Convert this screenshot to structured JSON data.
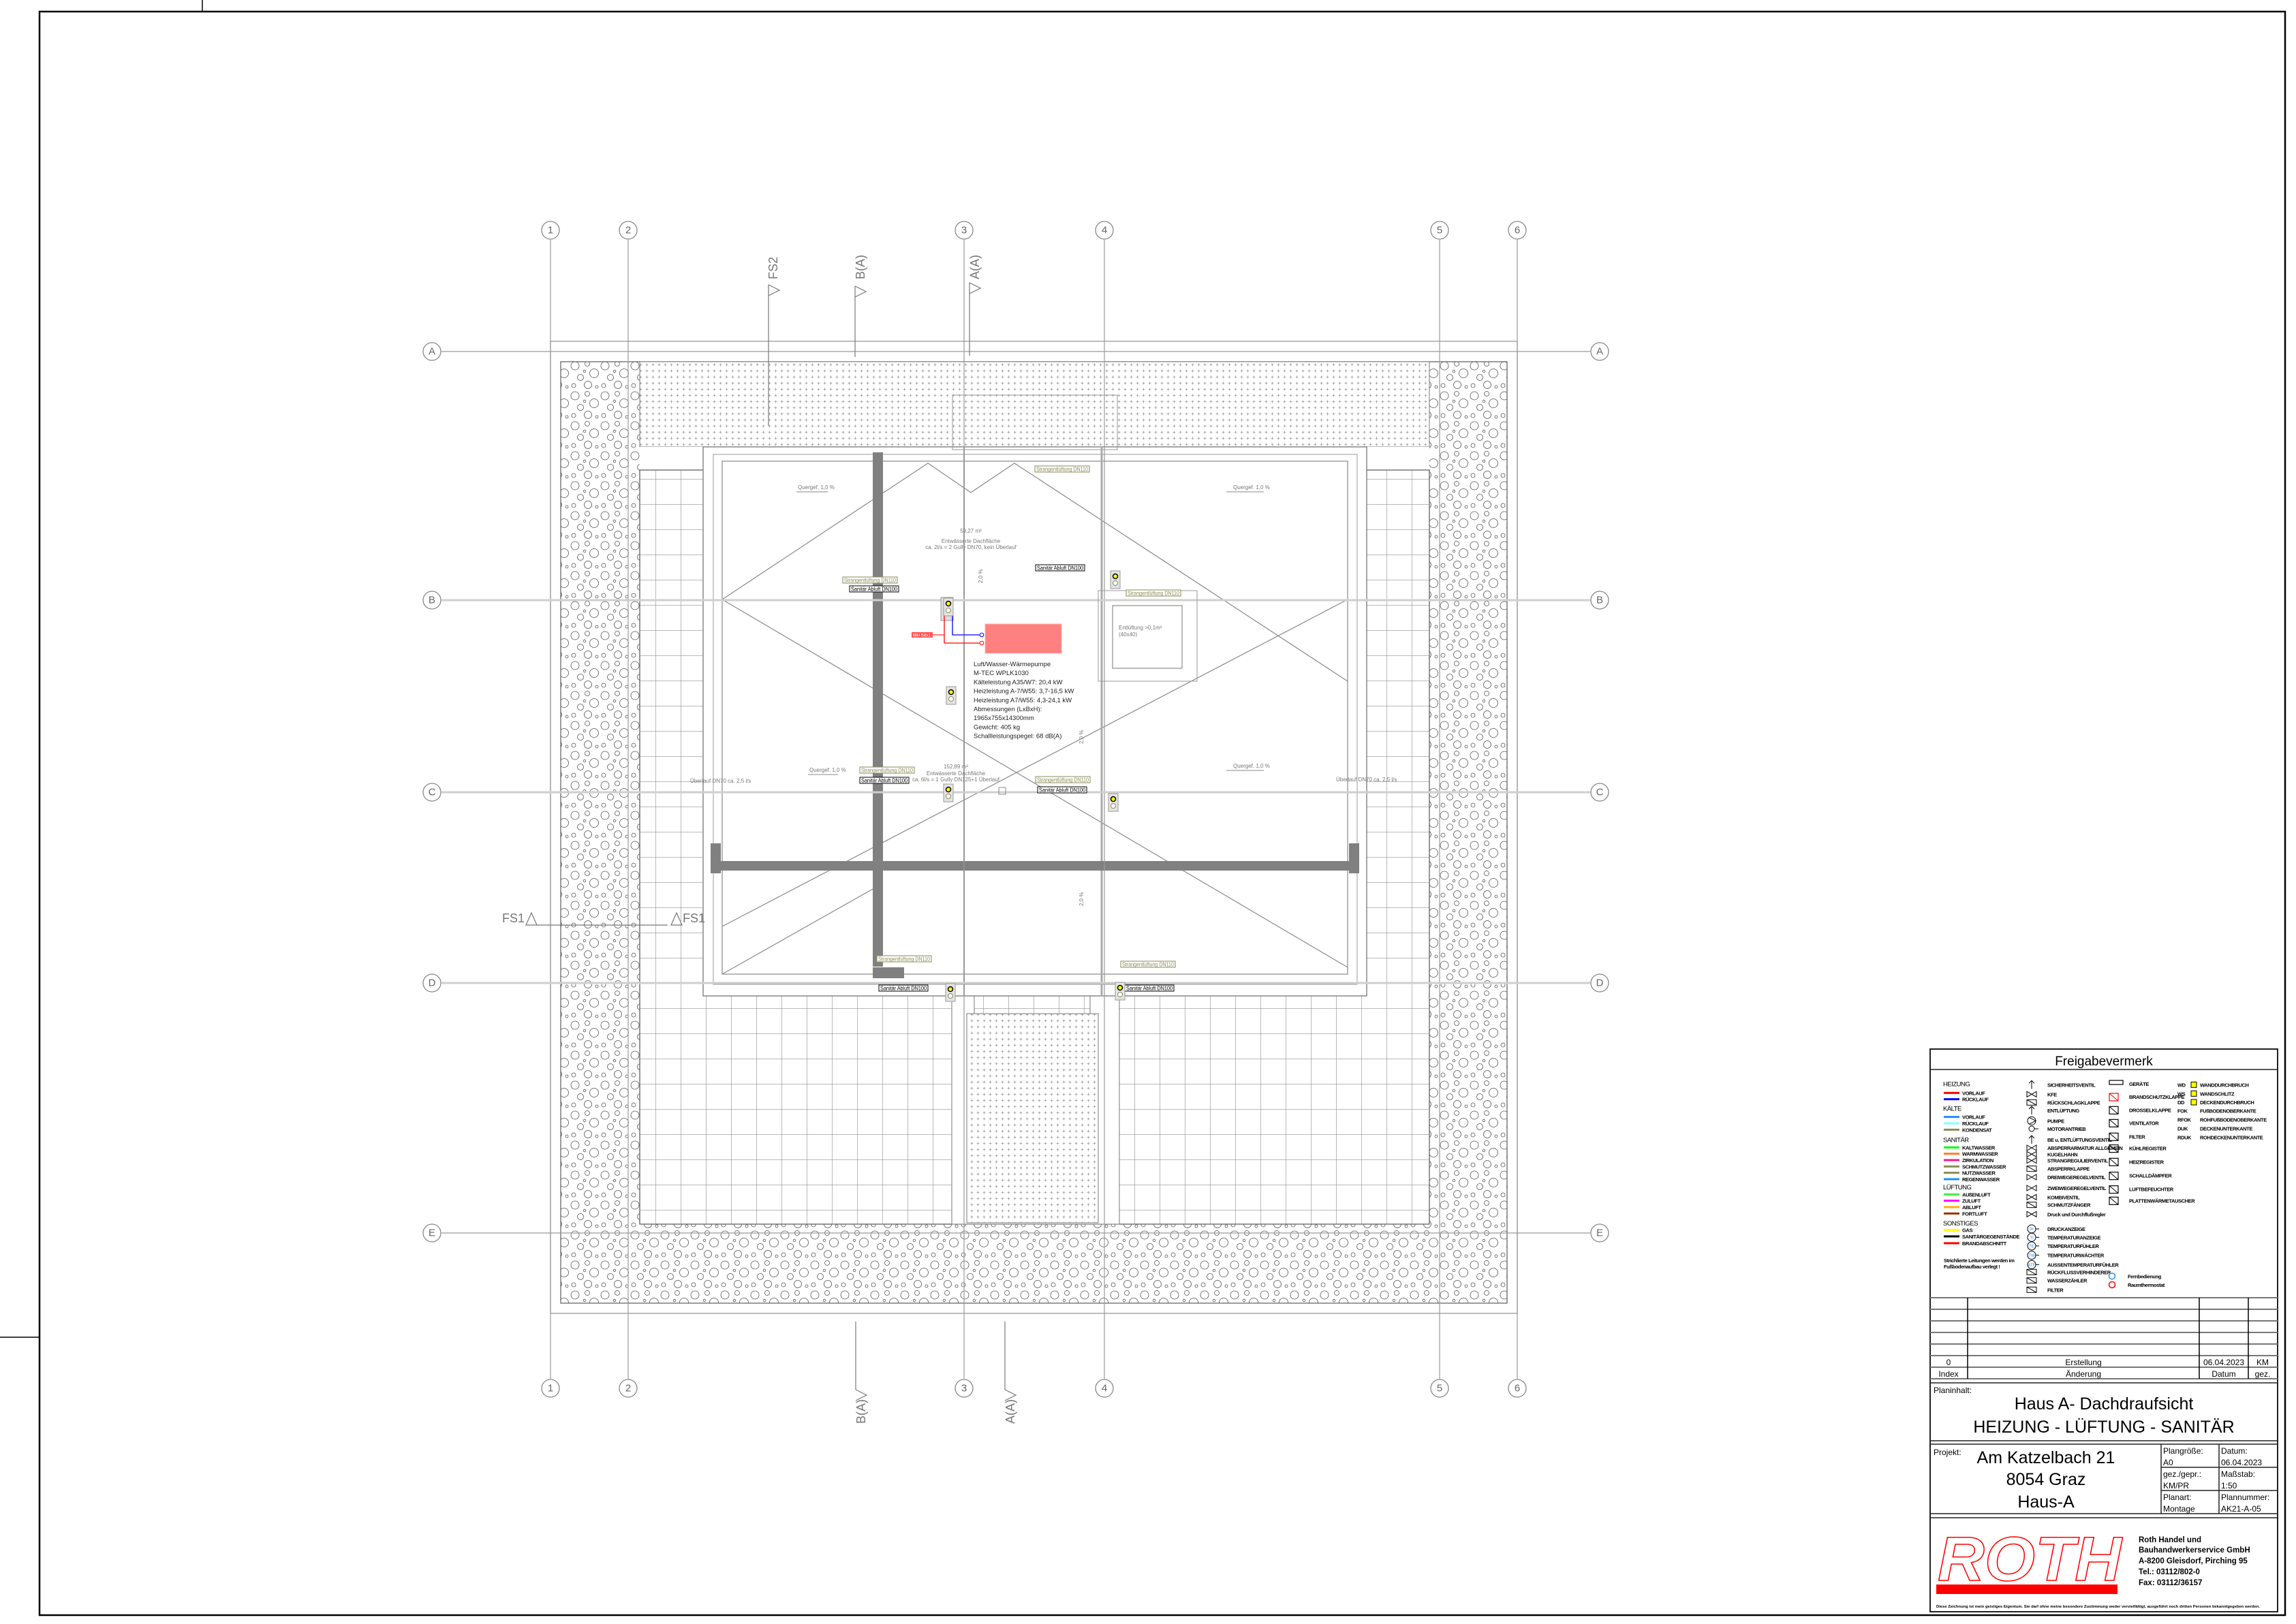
{
  "grid": {
    "columns": [
      "1",
      "2",
      "3",
      "4",
      "5",
      "6"
    ],
    "rows": [
      "A",
      "B",
      "C",
      "D",
      "E"
    ]
  },
  "sections": {
    "fs2": "FS2",
    "fs1": "FS1",
    "b": "B(A)",
    "a": "A(A)"
  },
  "plan": {
    "slope_label": "Quergef. 1,0 %",
    "roof_slope": "2,0 %",
    "area_top": {
      "area": "59,27 m²",
      "desc": "Entwässerte Dachfläche",
      "calc": "ca. 2l/s = 2 Gully DN70, kein Überlauf"
    },
    "area_bottom": {
      "area": "152,89 m²",
      "desc": "Entwässerte Dachfläche",
      "calc": "ca. 6l/s = 1 Gully DN125+1 Überlauf"
    },
    "overflow_label": "Überlauf DN70 ca. 2,5 l/s",
    "vent_label": "Strangentlüftung DN110",
    "exhaust_label": "Sanitär Abluft DN100",
    "pipe_tag": "MH 54x1",
    "vent_box": {
      "line1": "Entlüftung >0,1m²",
      "line2": "(40x40)"
    },
    "heat_pump": {
      "color": "#ff8080",
      "lines": [
        "Luft/Wasser-Wärmepumpe",
        "M-TEC WPLK1030",
        "Kälteleistung A35/W7: 20,4 kW",
        "Heizleistung A-7/W55: 3,7-16,5 kW",
        "Heizleistung A7/W55: 4,3-24,1 kW",
        "Abmessungen (LxBxH):",
        "1965x755x14300mm",
        "Gewicht: 405 kg",
        "Schallleistungspegel: 68 dB(A)"
      ]
    }
  },
  "legend": {
    "title": "Freigabevermerk",
    "lines": [
      {
        "h": "HEIZUNG"
      },
      {
        "label": "VORLAUF",
        "color": "#ff0000"
      },
      {
        "label": "RÜCKLAUF",
        "color": "#0000ff"
      },
      {
        "h": "KÄLTE"
      },
      {
        "label": "VORLAUF",
        "color": "#1e90ff"
      },
      {
        "label": "RÜCKLAUF",
        "color": "#80ffff"
      },
      {
        "label": "KONDENSAT",
        "color": "#8b8b5a"
      },
      {
        "h": "SANITÄR"
      },
      {
        "label": "KALTWASSER",
        "color": "#00ff00"
      },
      {
        "label": "WARMWASSER",
        "color": "#ff7f27"
      },
      {
        "label": "ZIRKULATION",
        "color": "#ff1493"
      },
      {
        "label": "SCHMUTZWASSER",
        "color": "#8b8b5a"
      },
      {
        "label": "NUTZWASSER",
        "color": "#8b8b5a"
      },
      {
        "label": "REGENWASSER",
        "color": "#1e90ff"
      },
      {
        "h": "LÜFTUNG"
      },
      {
        "label": "AUßENLUFT",
        "color": "#44ee44"
      },
      {
        "label": "ZULUFT",
        "color": "#ff00ff"
      },
      {
        "label": "ABLUFT",
        "color": "#ffb000"
      },
      {
        "label": "FORTLUFT",
        "color": "#993300"
      },
      {
        "h": "SONSTIGES"
      },
      {
        "label": "GAS",
        "color": "#ffff00"
      },
      {
        "label": "SANITÄRGEGENSTÄNDE",
        "color": "#000000"
      },
      {
        "label": "BRANDABSCHNITT",
        "color": "#ff0000"
      }
    ],
    "note": [
      "Strichlierte Leitungen werden im",
      "Fußbodenaufbau verlegt !"
    ],
    "symbols": [
      {
        "label": "SICHERHEITSVENTIL",
        "sym": "valve"
      },
      {
        "label": "KFE",
        "sym": "bowtie"
      },
      {
        "label": "RÜCKSCHLAGKLAPPE",
        "sym": "box"
      },
      {
        "label": "ENTLÜFTUNG",
        "sym": "valve"
      },
      {
        "label": "PUMPE",
        "sym": "pump"
      },
      {
        "label": "MOTORANTRIEB",
        "sym": "m"
      },
      {
        "label": "BE u. ENTLÜFTUNGSVENTIL",
        "sym": "valve"
      },
      {
        "label": "ABSPERRARMATUR ALLGEMEIN",
        "sym": "bowtie"
      },
      {
        "label": "KUGELHAHN",
        "sym": "bowtie"
      },
      {
        "label": "STRANGREGULIERVENTIL",
        "sym": "bowtie"
      },
      {
        "label": "ABSPERRKLAPPE",
        "sym": "box"
      },
      {
        "label": "DREIWEGEREGELVENTIL",
        "sym": "bowtie"
      },
      {
        "label": "ZWEIWEGEREGELVENTIL",
        "sym": "bowtie"
      },
      {
        "label": "KOMBIVENTIL",
        "sym": "bowtie"
      },
      {
        "label": "SCHMUTZFÄNGER",
        "sym": "box"
      },
      {
        "label": "Druck und Durchflußregler",
        "sym": "bowtie"
      },
      {
        "label": "DRUCKANZEIGE",
        "sym": "ct",
        "t": "PI"
      },
      {
        "label": "TEMPERATURANZEIGE",
        "sym": "ct",
        "t": "TI"
      },
      {
        "label": "TEMPERATURFÜHLER",
        "sym": "ct",
        "t": "TE"
      },
      {
        "label": "TEMPERATURWÄCHTER",
        "sym": "ct",
        "t": "TW"
      },
      {
        "label": "AUSSENTEMPERATURFÜHLER",
        "sym": "ct",
        "t": "ATF"
      },
      {
        "label": "RÜCKFLUSSVERHINDERER",
        "sym": "box"
      },
      {
        "label": "WASSERZÄHLER",
        "sym": "box"
      },
      {
        "label": "FILTER",
        "sym": "box"
      }
    ],
    "air_symbols": [
      {
        "label": "GERÄTE"
      },
      {
        "label": "BRANDSCHUTZKLAPPE",
        "color": "#ff0000"
      },
      {
        "label": "DROSSELKLAPPE"
      },
      {
        "label": "VENTILATOR"
      },
      {
        "label": "FILTER"
      },
      {
        "label": "KÜHLREGISTER"
      },
      {
        "label": "HEIZREGISTER"
      },
      {
        "label": "SCHALLDÄMPFER"
      },
      {
        "label": "LUFTBEFEUCHTER"
      },
      {
        "label": "PLATTENWÄRMETAUSCHER"
      }
    ],
    "controls": [
      {
        "label": "Fernbedienung",
        "color": "#1e90ff"
      },
      {
        "label": "Raumthermostat",
        "color": "#ff0000"
      }
    ],
    "abbreviations": [
      {
        "code": "WD",
        "label": "WANDDURCHBRUCH",
        "box": true
      },
      {
        "code": "WS",
        "label": "WANDSCHLITZ",
        "box": true
      },
      {
        "code": "DD",
        "label": "DECKENDURCHBRUCH",
        "box": true
      },
      {
        "code": "FOK",
        "label": "FUßBODENOBERKANTE"
      },
      {
        "code": "RFOK",
        "label": "ROHFUßBODENOBERKANTE"
      },
      {
        "code": "DUK",
        "label": "DECKENUNTERKANTE"
      },
      {
        "code": "RDUK",
        "label": "ROHDECKENUNTERKANTE"
      }
    ]
  },
  "title_block": {
    "revision": {
      "index": "0",
      "change": "Erstellung",
      "date": "06.04.2023",
      "drawn": "KM"
    },
    "revision_headers": {
      "index": "Index",
      "change": "Änderung",
      "date": "Datum",
      "drawn": "gez."
    },
    "content_label": "Planinhalt:",
    "content_line1": "Haus A- Dachdraufsicht",
    "content_line2": "HEIZUNG - LÜFTUNG - SANITÄR",
    "project_label": "Projekt:",
    "project_lines": [
      "Am Katzelbach 21",
      "8054 Graz",
      "Haus-A"
    ],
    "fields": {
      "size_label": "Plangröße:",
      "size": "A0",
      "date_label": "Datum:",
      "date": "06.04.2023",
      "drawn_label": "gez./gepr.:",
      "drawn": "KM/PR",
      "scale_label": "Maßstab:",
      "scale": "1:50",
      "type_label": "Planart:",
      "type": "Montage",
      "number_label": "Plannummer:",
      "number": "AK21-A-05"
    },
    "logo_text": "ROTH",
    "company": [
      "Roth Handel und",
      "Bauhandwerkerservice GmbH",
      "A-8200 Gleisdorf, Pirching 95",
      "Tel.: 03112/802-0",
      "Fax: 03112/36157"
    ],
    "disclaimer": "Diese Zeichnung ist mein geistiges Eigentum. Sie darf ohne meine besondere Zustimmung weder vervielfältigt, ausgeführt noch dritten Personen bekanntgegeben werden.",
    "brand_color": "#ff0000"
  }
}
